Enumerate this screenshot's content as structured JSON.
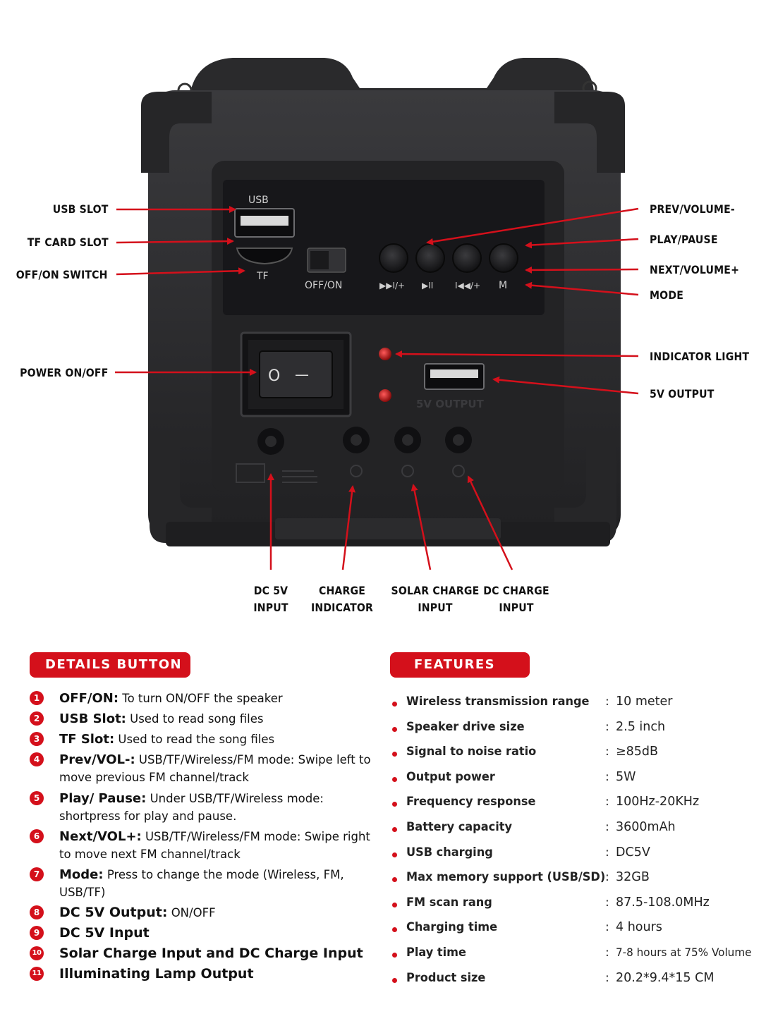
{
  "callouts": {
    "usb_slot": "USB SLOT",
    "tf_card_slot": "TF CARD SLOT",
    "off_on_switch": "OFF/ON SWITCH",
    "power_on_off": "POWER ON/OFF",
    "prev_volume": "PREV/VOLUME-",
    "play_pause": "PLAY/PAUSE",
    "next_volume": "NEXT/VOLUME+",
    "mode": "MODE",
    "indicator_light": "INDICATOR LIGHT",
    "output_5v": "5V OUTPUT",
    "dc_5v_input_1": "DC 5V",
    "dc_5v_input_2": "INPUT",
    "charge_indicator_1": "CHARGE",
    "charge_indicator_2": "INDICATOR",
    "solar_charge_input_1": "SOLAR CHARGE",
    "solar_charge_input_2": "INPUT",
    "dc_charge_input_1": "DC CHARGE",
    "dc_charge_input_2": "INPUT"
  },
  "panel": {
    "usb": "USB",
    "tf": "TF",
    "off_on": "OFF/ON",
    "btn1": "▶▶I/+",
    "btn2": "▶II",
    "btn3": "I◀◀/+",
    "btn4": "M",
    "rocker_o": "O",
    "rocker_i": "—",
    "usb_output": "5V OUTPUT"
  },
  "details": {
    "title": "DETAILS BUTTON",
    "items": [
      {
        "num": "1",
        "label": "OFF/ON:",
        "text": " To turn ON/OFF the speaker"
      },
      {
        "num": "2",
        "label": "USB Slot:",
        "text": " Used to read song files"
      },
      {
        "num": "3",
        "label": "TF Slot:",
        "text": " Used to read the song files"
      },
      {
        "num": "4",
        "label": "Prev/VOL-:",
        "text": " USB/TF/Wireless/FM mode: Swipe left to move previous FM channel/track"
      },
      {
        "num": "5",
        "label": "Play/ Pause:",
        "text": " Under USB/TF/Wireless mode: shortpress for play and pause."
      },
      {
        "num": "6",
        "label": "Next/VOL+:",
        "text": " USB/TF/Wireless/FM mode: Swipe right to move next FM channel/track"
      },
      {
        "num": "7",
        "label": "Mode:",
        "text": " Press to change the mode (Wireless, FM, USB/TF)"
      },
      {
        "num": "8",
        "label": "DC 5V Output:",
        "text": " ON/OFF"
      },
      {
        "num": "9",
        "label": "DC 5V Input",
        "text": ""
      },
      {
        "num": "10",
        "label": "Solar Charge Input and DC Charge Input",
        "text": ""
      },
      {
        "num": "11",
        "label": "Illuminating Lamp Output",
        "text": ""
      }
    ]
  },
  "features": {
    "title": "FEATURES",
    "rows": [
      {
        "label": "Wireless transmission range",
        "value": "10 meter"
      },
      {
        "label": "Speaker drive size",
        "value": "2.5 inch"
      },
      {
        "label": "Signal to noise ratio",
        "value": "≥85dB"
      },
      {
        "label": "Output power",
        "value": "5W"
      },
      {
        "label": "Frequency response",
        "value": "100Hz-20KHz"
      },
      {
        "label": "Battery capacity",
        "value": "3600mAh"
      },
      {
        "label": "USB charging",
        "value": "DC5V"
      },
      {
        "label": "Max memory support (USB/SD)",
        "value": "32GB"
      },
      {
        "label": "FM scan rang",
        "value": "87.5-108.0MHz"
      },
      {
        "label": "Charging time",
        "value": "4 hours"
      },
      {
        "label": "Play time",
        "value": "7-8 hours at 75% Volume"
      },
      {
        "label": "Product size",
        "value": "20.2*9.4*15 CM"
      }
    ],
    "colon": ":"
  },
  "colors": {
    "accent": "#d4101b",
    "device": "#2b2b2d",
    "panel": "#1c1c1e"
  }
}
